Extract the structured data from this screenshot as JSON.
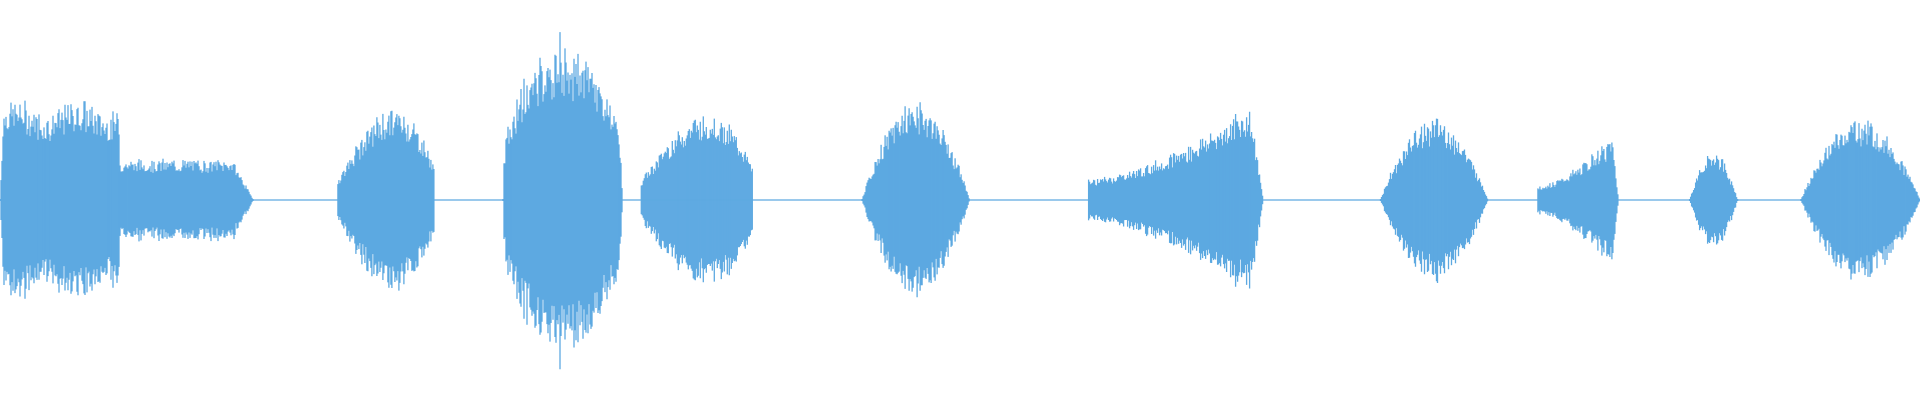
{
  "waveform": {
    "color": "#5DA9E1",
    "amplitude_scale": 1,
    "segments": [
      {
        "kind": "sound",
        "start": 0.0,
        "end": 0.062,
        "peak": 0.42,
        "shape": "flat"
      },
      {
        "kind": "sound",
        "start": 0.062,
        "end": 0.132,
        "peak": 0.17,
        "shape": "flat-taper"
      },
      {
        "kind": "silence",
        "start": 0.132,
        "end": 0.176
      },
      {
        "kind": "sound",
        "start": 0.176,
        "end": 0.226,
        "peak": 0.48,
        "shape": "swell-late"
      },
      {
        "kind": "silence",
        "start": 0.226,
        "end": 0.262
      },
      {
        "kind": "sound",
        "start": 0.262,
        "end": 0.324,
        "peak": 0.62,
        "shape": "jagged"
      },
      {
        "kind": "sound",
        "start": 0.334,
        "end": 0.392,
        "peak": 0.46,
        "shape": "swell-late"
      },
      {
        "kind": "silence",
        "start": 0.392,
        "end": 0.449
      },
      {
        "kind": "sound",
        "start": 0.449,
        "end": 0.505,
        "peak": 0.41,
        "shape": "bell"
      },
      {
        "kind": "silence",
        "start": 0.505,
        "end": 0.567
      },
      {
        "kind": "sound",
        "start": 0.567,
        "end": 0.658,
        "peak": 0.44,
        "shape": "rising"
      },
      {
        "kind": "silence",
        "start": 0.658,
        "end": 0.719
      },
      {
        "kind": "sound",
        "start": 0.719,
        "end": 0.775,
        "peak": 0.34,
        "shape": "bell"
      },
      {
        "kind": "silence",
        "start": 0.775,
        "end": 0.801
      },
      {
        "kind": "sound",
        "start": 0.801,
        "end": 0.843,
        "peak": 0.3,
        "shape": "rising"
      },
      {
        "kind": "silence",
        "start": 0.843,
        "end": 0.88
      },
      {
        "kind": "sound",
        "start": 0.88,
        "end": 0.905,
        "peak": 0.2,
        "shape": "bell"
      },
      {
        "kind": "silence",
        "start": 0.905,
        "end": 0.938
      },
      {
        "kind": "sound",
        "start": 0.938,
        "end": 1.0,
        "peak": 0.34,
        "shape": "bell"
      }
    ]
  }
}
